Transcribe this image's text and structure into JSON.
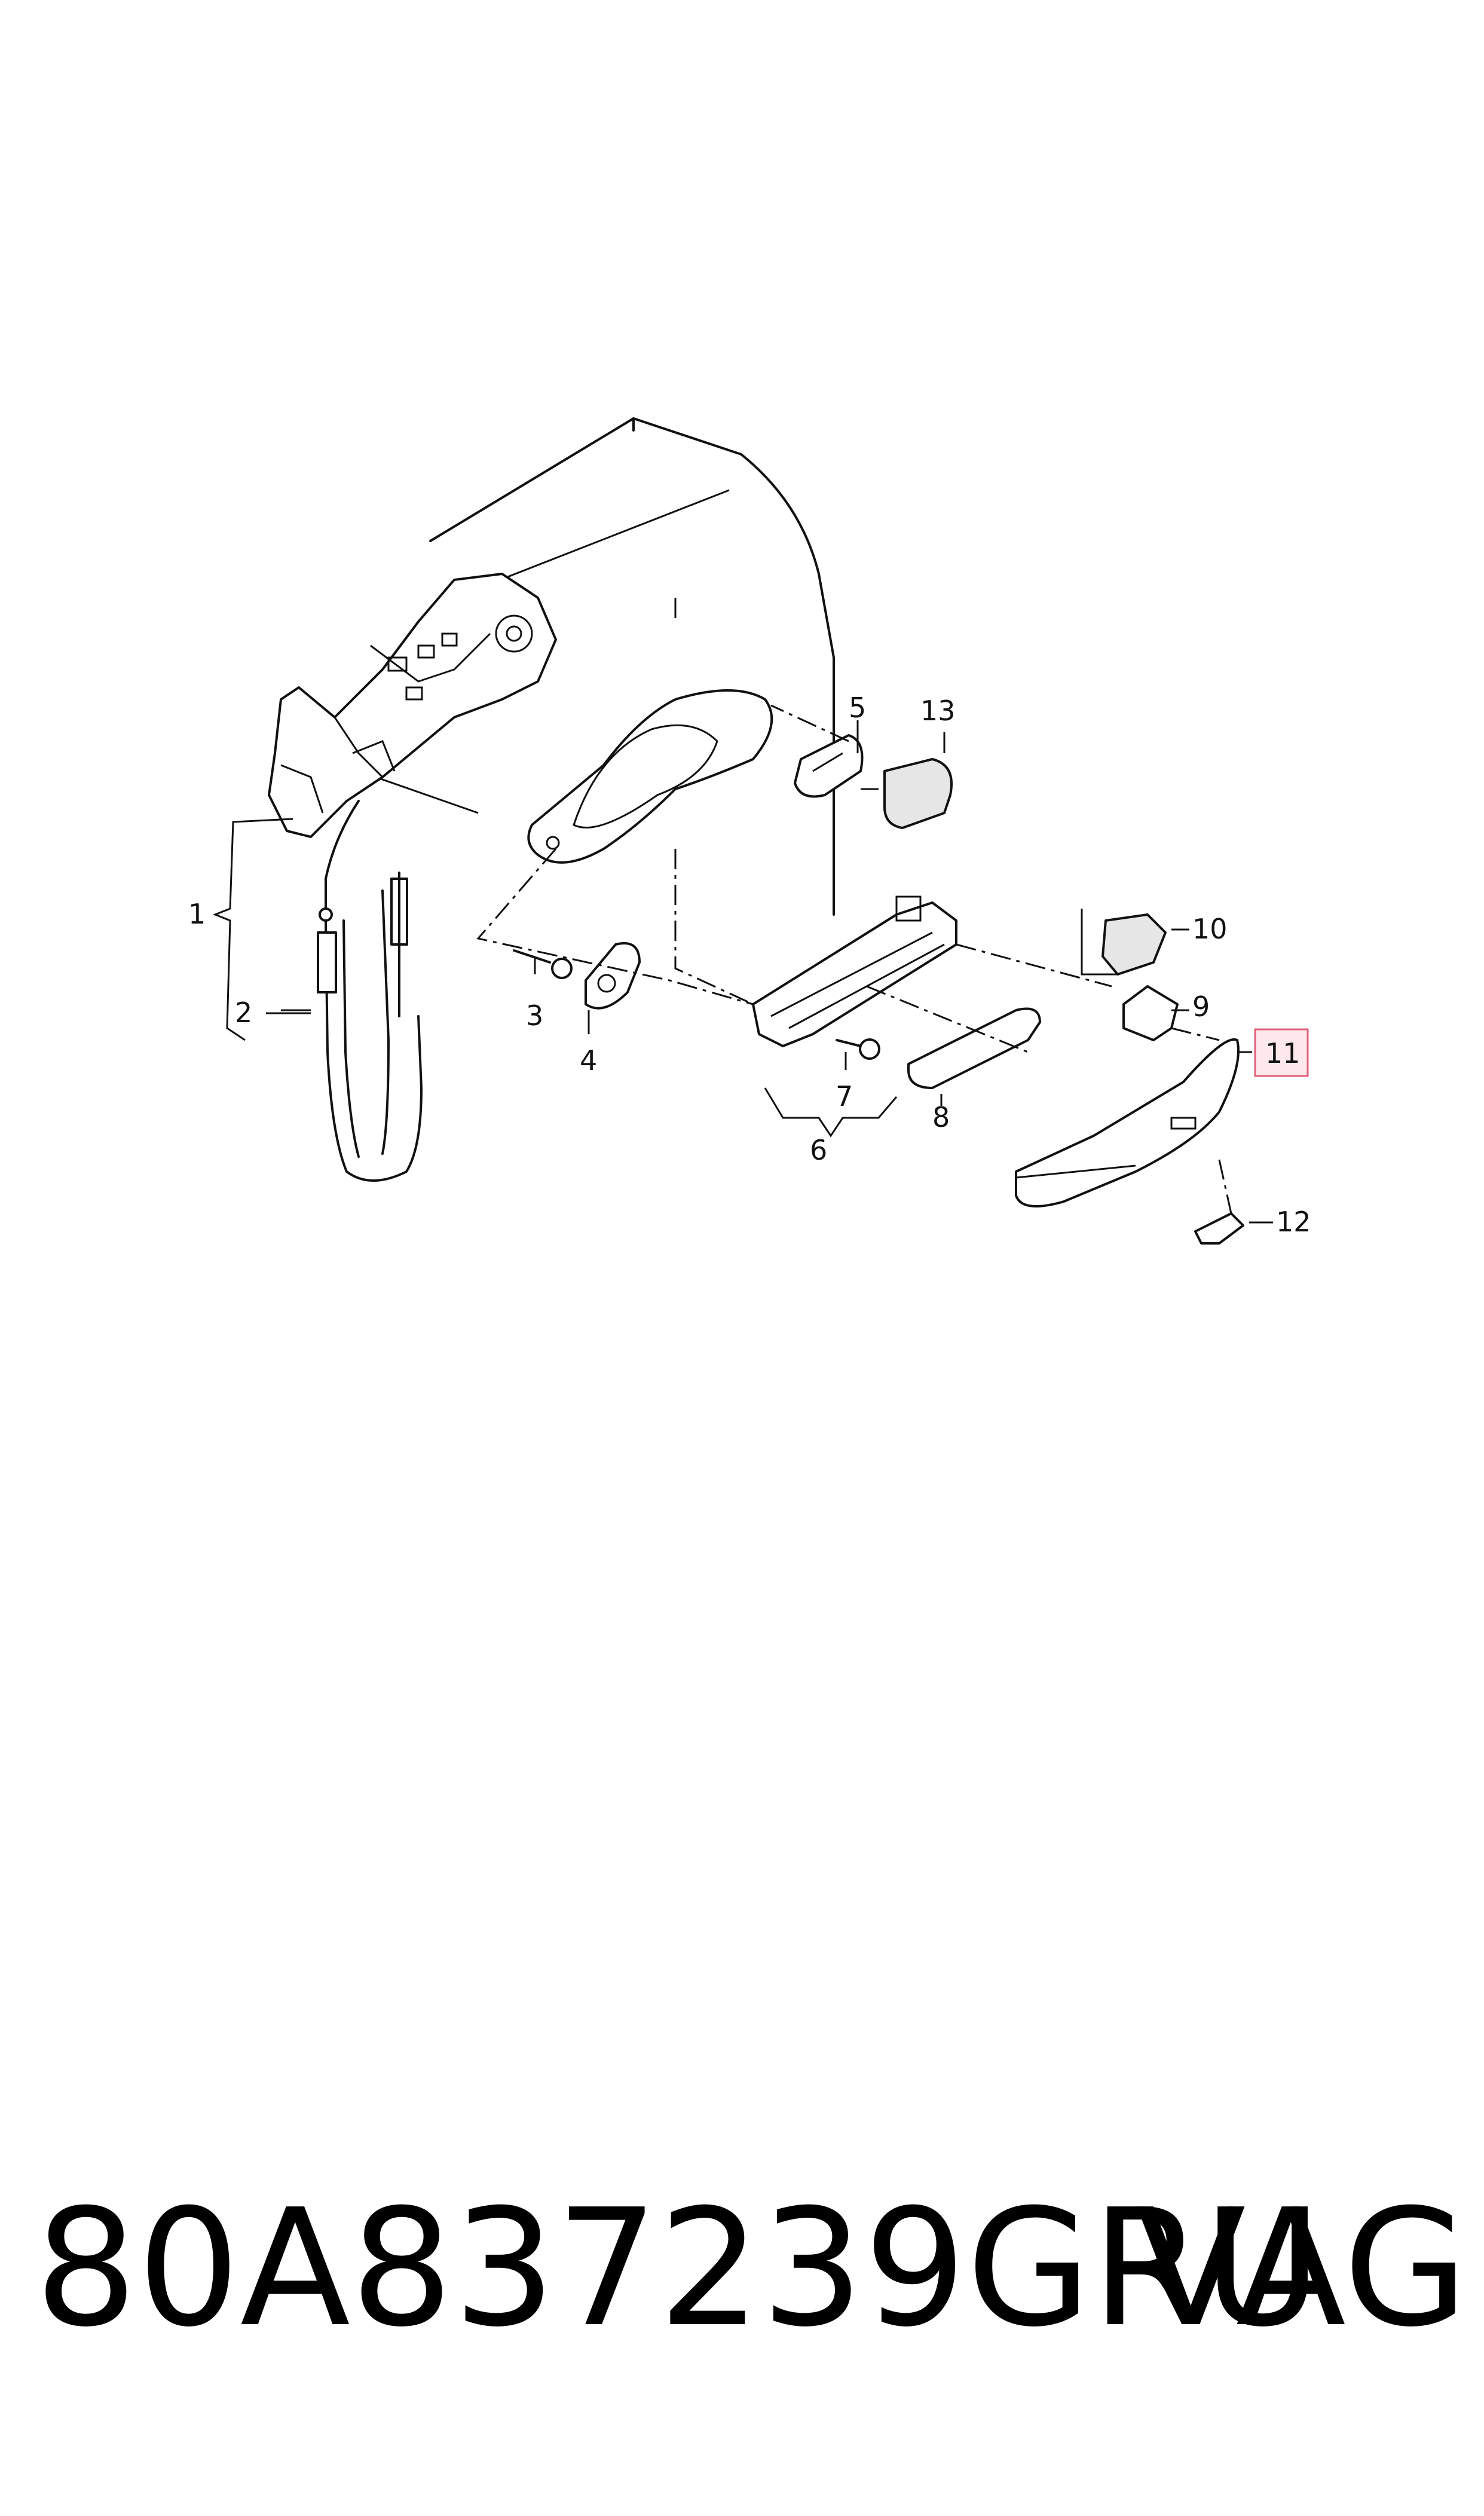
{
  "callouts": [
    {
      "id": "1",
      "label": "1"
    },
    {
      "id": "2",
      "label": "2"
    },
    {
      "id": "3",
      "label": "3"
    },
    {
      "id": "4",
      "label": "4"
    },
    {
      "id": "5",
      "label": "5"
    },
    {
      "id": "6",
      "label": "6"
    },
    {
      "id": "7",
      "label": "7"
    },
    {
      "id": "8",
      "label": "8"
    },
    {
      "id": "9",
      "label": "9"
    },
    {
      "id": "10",
      "label": "10"
    },
    {
      "id": "11",
      "label": "11",
      "highlighted": true
    },
    {
      "id": "12",
      "label": "12"
    },
    {
      "id": "13",
      "label": "13"
    }
  ],
  "footer": {
    "part_number": "80A837239GRU",
    "brand": "VAG"
  },
  "colors": {
    "line": "#111111",
    "highlight_fill": "#fde8ec",
    "highlight_stroke": "#e0607a"
  }
}
